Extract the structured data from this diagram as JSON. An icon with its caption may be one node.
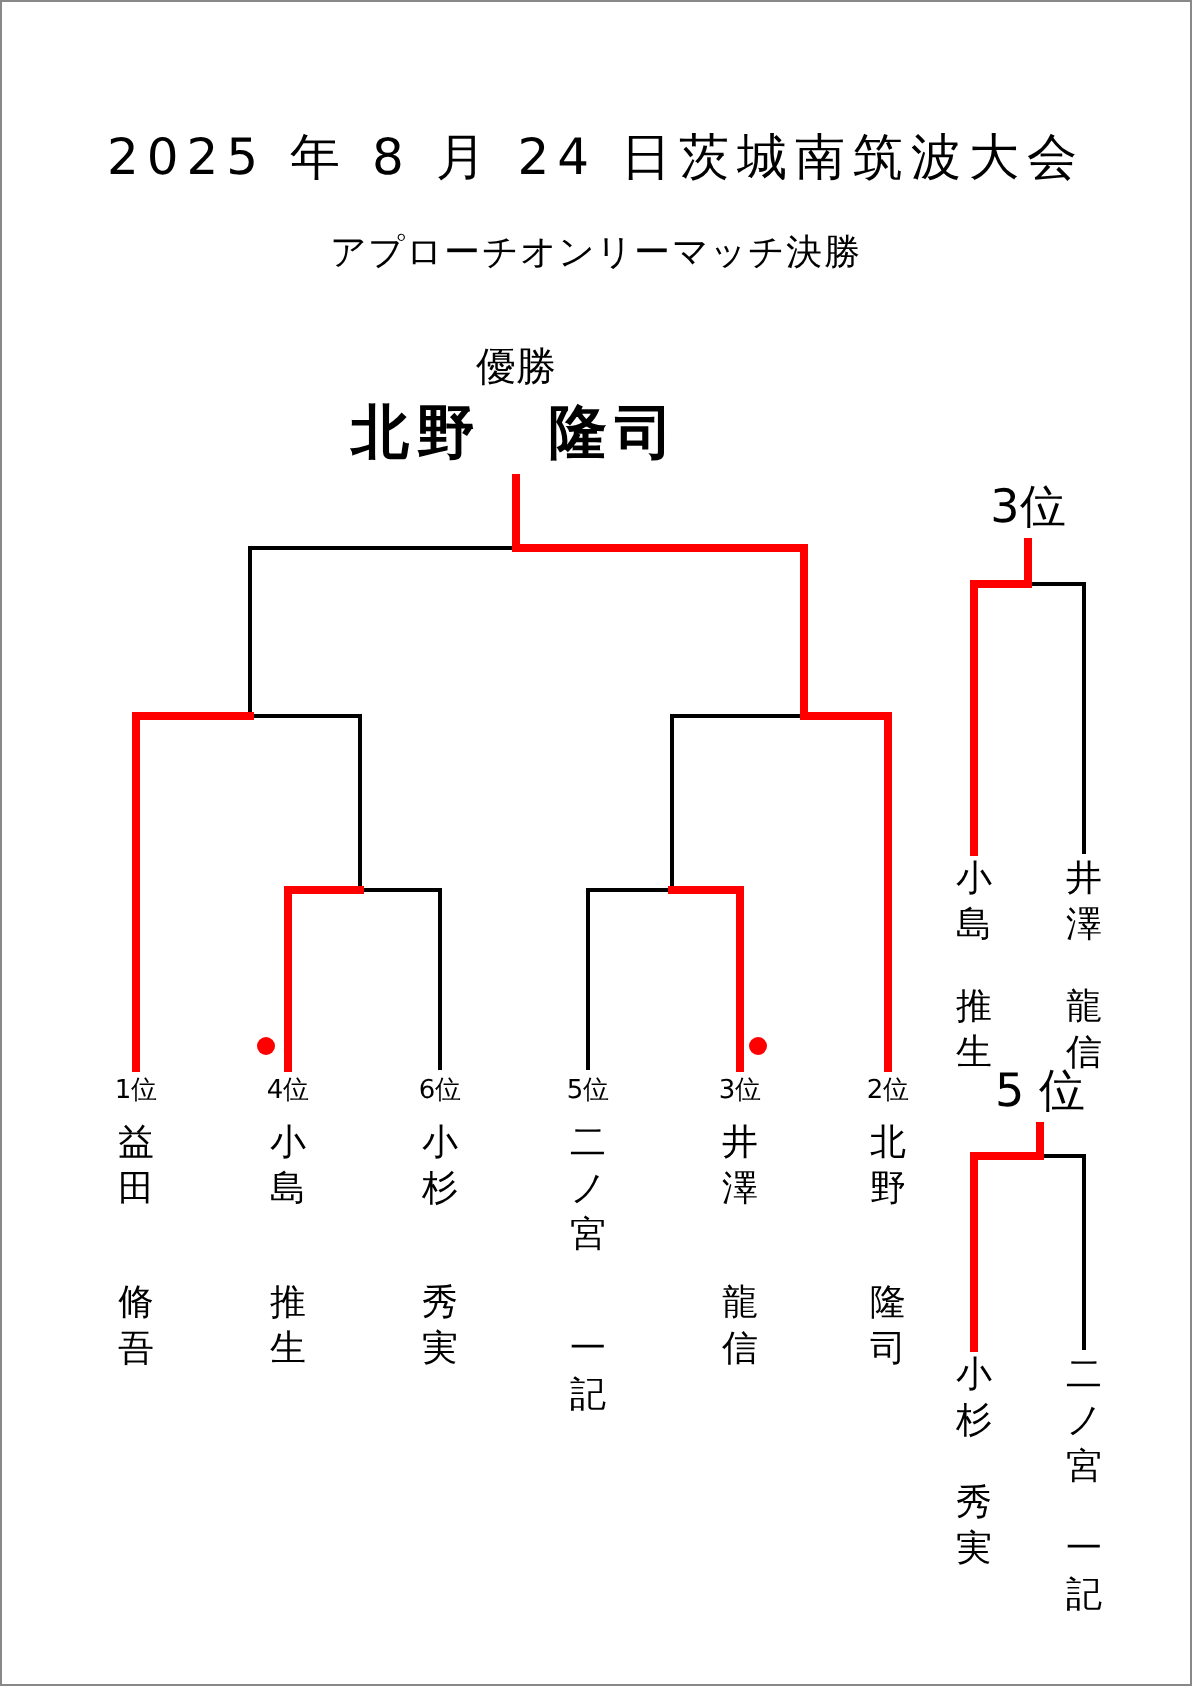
{
  "diagram": {
    "title": "2025 年 8 月 24 日茨城南筑波大会",
    "nodes": [
      {
        "text": [
          "優勝",
          "北野　隆司"
        ]
      },
      {
        "text": [
          "益田",
          "脩吾"
        ],
        "beside": [
          "1位"
        ]
      },
      {
        "text": [
          "小島",
          "推生"
        ],
        "beside": [
          "4位"
        ]
      },
      {
        "text": [
          "小杉",
          "秀実"
        ],
        "beside": [
          "6位"
        ]
      },
      {
        "text": [
          "二ノ宮",
          "一記"
        ],
        "beside": [
          "5位"
        ]
      },
      {
        "text": [
          "井澤",
          "龍信"
        ],
        "beside": [
          "3位"
        ]
      },
      {
        "text": [
          "北野",
          "隆司"
        ],
        "beside": [
          "2位"
        ]
      },
      {
        "text": [
          "3位"
        ]
      },
      {
        "text": [
          "小島",
          "推生"
        ]
      },
      {
        "text": [
          "井澤",
          "龍信"
        ]
      },
      {
        "text": [
          "5 位"
        ]
      },
      {
        "text": [
          "小杉",
          "秀実"
        ]
      },
      {
        "text": [
          "二ノ宮",
          "一記"
        ]
      }
    ],
    "edges": [
      {
        "from": 1,
        "to": 0,
        "arrow": "none"
      },
      {
        "from": 2,
        "to": 0,
        "arrow": "none",
        "color": "#000000"
      },
      {
        "from": 3,
        "to": 0,
        "arrow": "none",
        "color": "#000000"
      },
      {
        "from": 4,
        "to": 0,
        "arrow": "none"
      },
      {
        "from": 5,
        "to": 0,
        "arrow": "none"
      },
      {
        "from": 6,
        "to": 0,
        "arrow": "none",
        "color": "#ff0000"
      },
      {
        "from": 8,
        "to": 7,
        "arrow": "none",
        "color": "#ff0000"
      },
      {
        "from": 9,
        "to": 7,
        "arrow": "none",
        "color": "#000000"
      },
      {
        "from": 11,
        "to": 10,
        "arrow": "none",
        "color": "#ff0000"
      },
      {
        "from": 12,
        "to": 10,
        "arrow": "none",
        "color": "#000000"
      }
    ],
    "labels": [
      "アプローチオンリーマッチ決勝"
    ]
  }
}
